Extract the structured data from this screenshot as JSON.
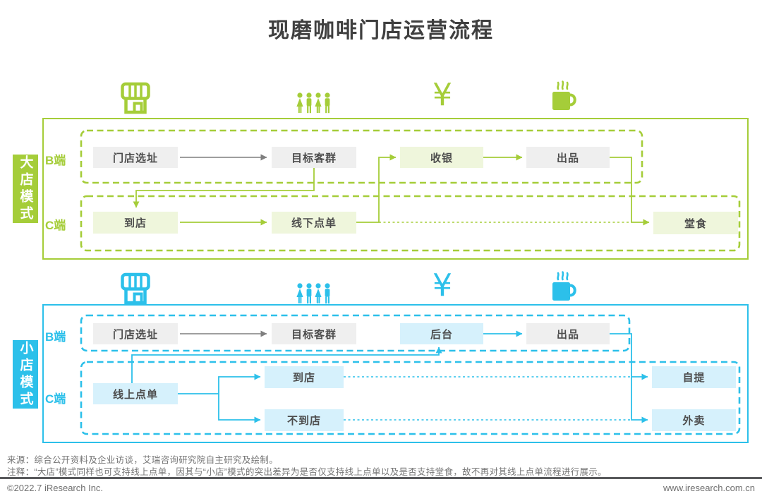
{
  "title": "现磨咖啡门店运营流程",
  "colors": {
    "green": "#a5cd39",
    "green_light": "#eff6dc",
    "cyan": "#2cc0ea",
    "cyan_light": "#d6f1fc",
    "box_gray": "#efefef",
    "box_text": "#4d4d4d",
    "arrow_gray": "#7f7f7f"
  },
  "icons": [
    {
      "name": "storefront-icon",
      "glyph": "svg-storefront"
    },
    {
      "name": "customers-icon",
      "glyph": "svg-people"
    },
    {
      "name": "yen-icon",
      "glyph": "¥"
    },
    {
      "name": "coffee-mug-icon",
      "glyph": "svg-mug"
    }
  ],
  "sections": [
    {
      "name": "big-store",
      "label": "大店模式",
      "b_label": "B端",
      "c_label": "C端",
      "nodes": {
        "site_selection": "门店选址",
        "target_customers": "目标客群",
        "cashier": "收银",
        "production": "出品",
        "arrive_store": "到店",
        "offline_order": "线下点单",
        "dine_in": "堂食"
      }
    },
    {
      "name": "small-store",
      "label": "小店模式",
      "b_label": "B端",
      "c_label": "C端",
      "nodes": {
        "site_selection": "门店选址",
        "target_customers": "目标客群",
        "backend": "后台",
        "production": "出品",
        "online_order": "线上点单",
        "arrive_store": "到店",
        "no_arrive_store": "不到店",
        "self_pickup": "自提",
        "delivery": "外卖"
      }
    }
  ],
  "footer": {
    "source": "来源：综合公开资料及企业访谈，艾瑞咨询研究院自主研究及绘制。",
    "note": "注释：“大店”模式同样也可支持线上点单，因其与“小店”模式的突出差异为是否仅支持线上点单以及是否支持堂食，故不再对其线上点单流程进行展示。",
    "copyright": "©2022.7 iResearch Inc.",
    "website": "www.iresearch.com.cn"
  }
}
